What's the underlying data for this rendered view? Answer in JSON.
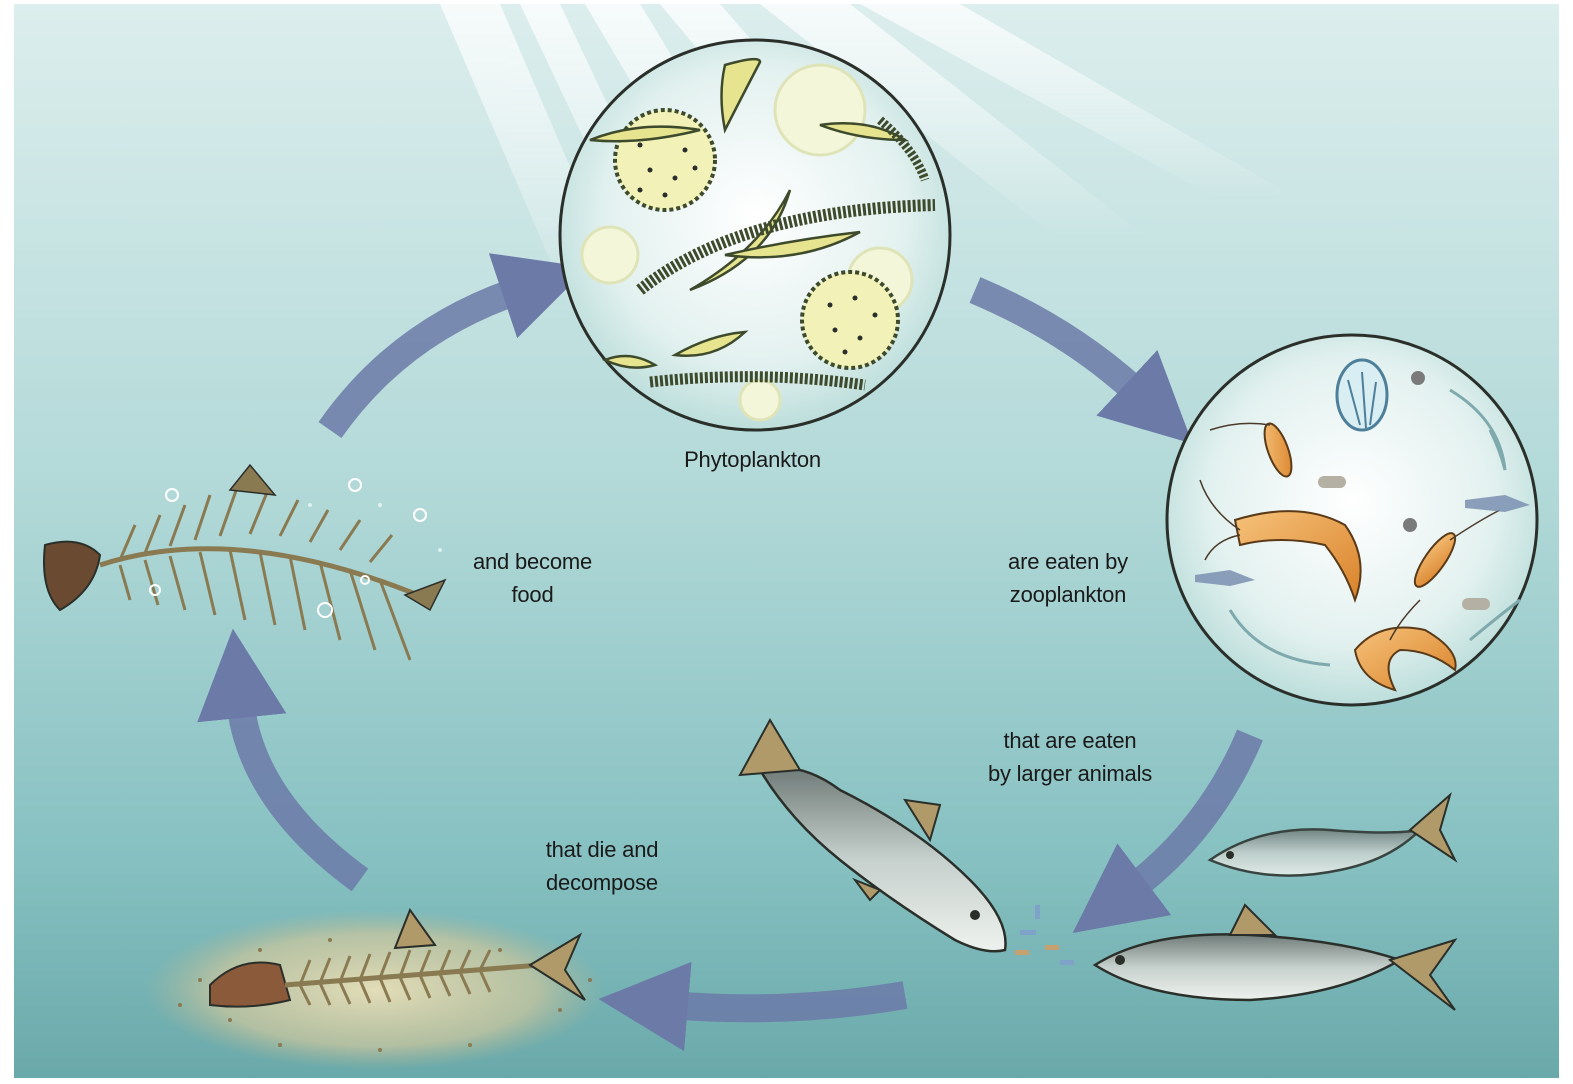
{
  "diagram": {
    "stages": [
      {
        "id": "phytoplankton",
        "lines": [
          "Phytoplankton"
        ]
      },
      {
        "id": "zooplankton",
        "lines": [
          "are eaten by",
          "zooplankton"
        ]
      },
      {
        "id": "larger-animals",
        "lines": [
          "that are eaten",
          "by larger animals"
        ]
      },
      {
        "id": "decompose",
        "lines": [
          "that die and",
          "decompose"
        ]
      },
      {
        "id": "food",
        "lines": [
          "and become",
          "food"
        ]
      }
    ]
  },
  "colors": {
    "water_top": "#d9eceb",
    "water_mid": "#a9d3d3",
    "water_bottom": "#6fb0b2",
    "arrow": "#6c7aa8",
    "outline": "#2b2f2a",
    "phyto_fill": "#f2f2b8",
    "diatom": "#d2cf6a",
    "chain": "#3e4a2c",
    "shrimp": "#e59a3c",
    "fish_body": "#a9b6b2",
    "fish_fin": "#b09a6a",
    "skeleton": "#8a7a52",
    "head": "#6a4a30"
  }
}
